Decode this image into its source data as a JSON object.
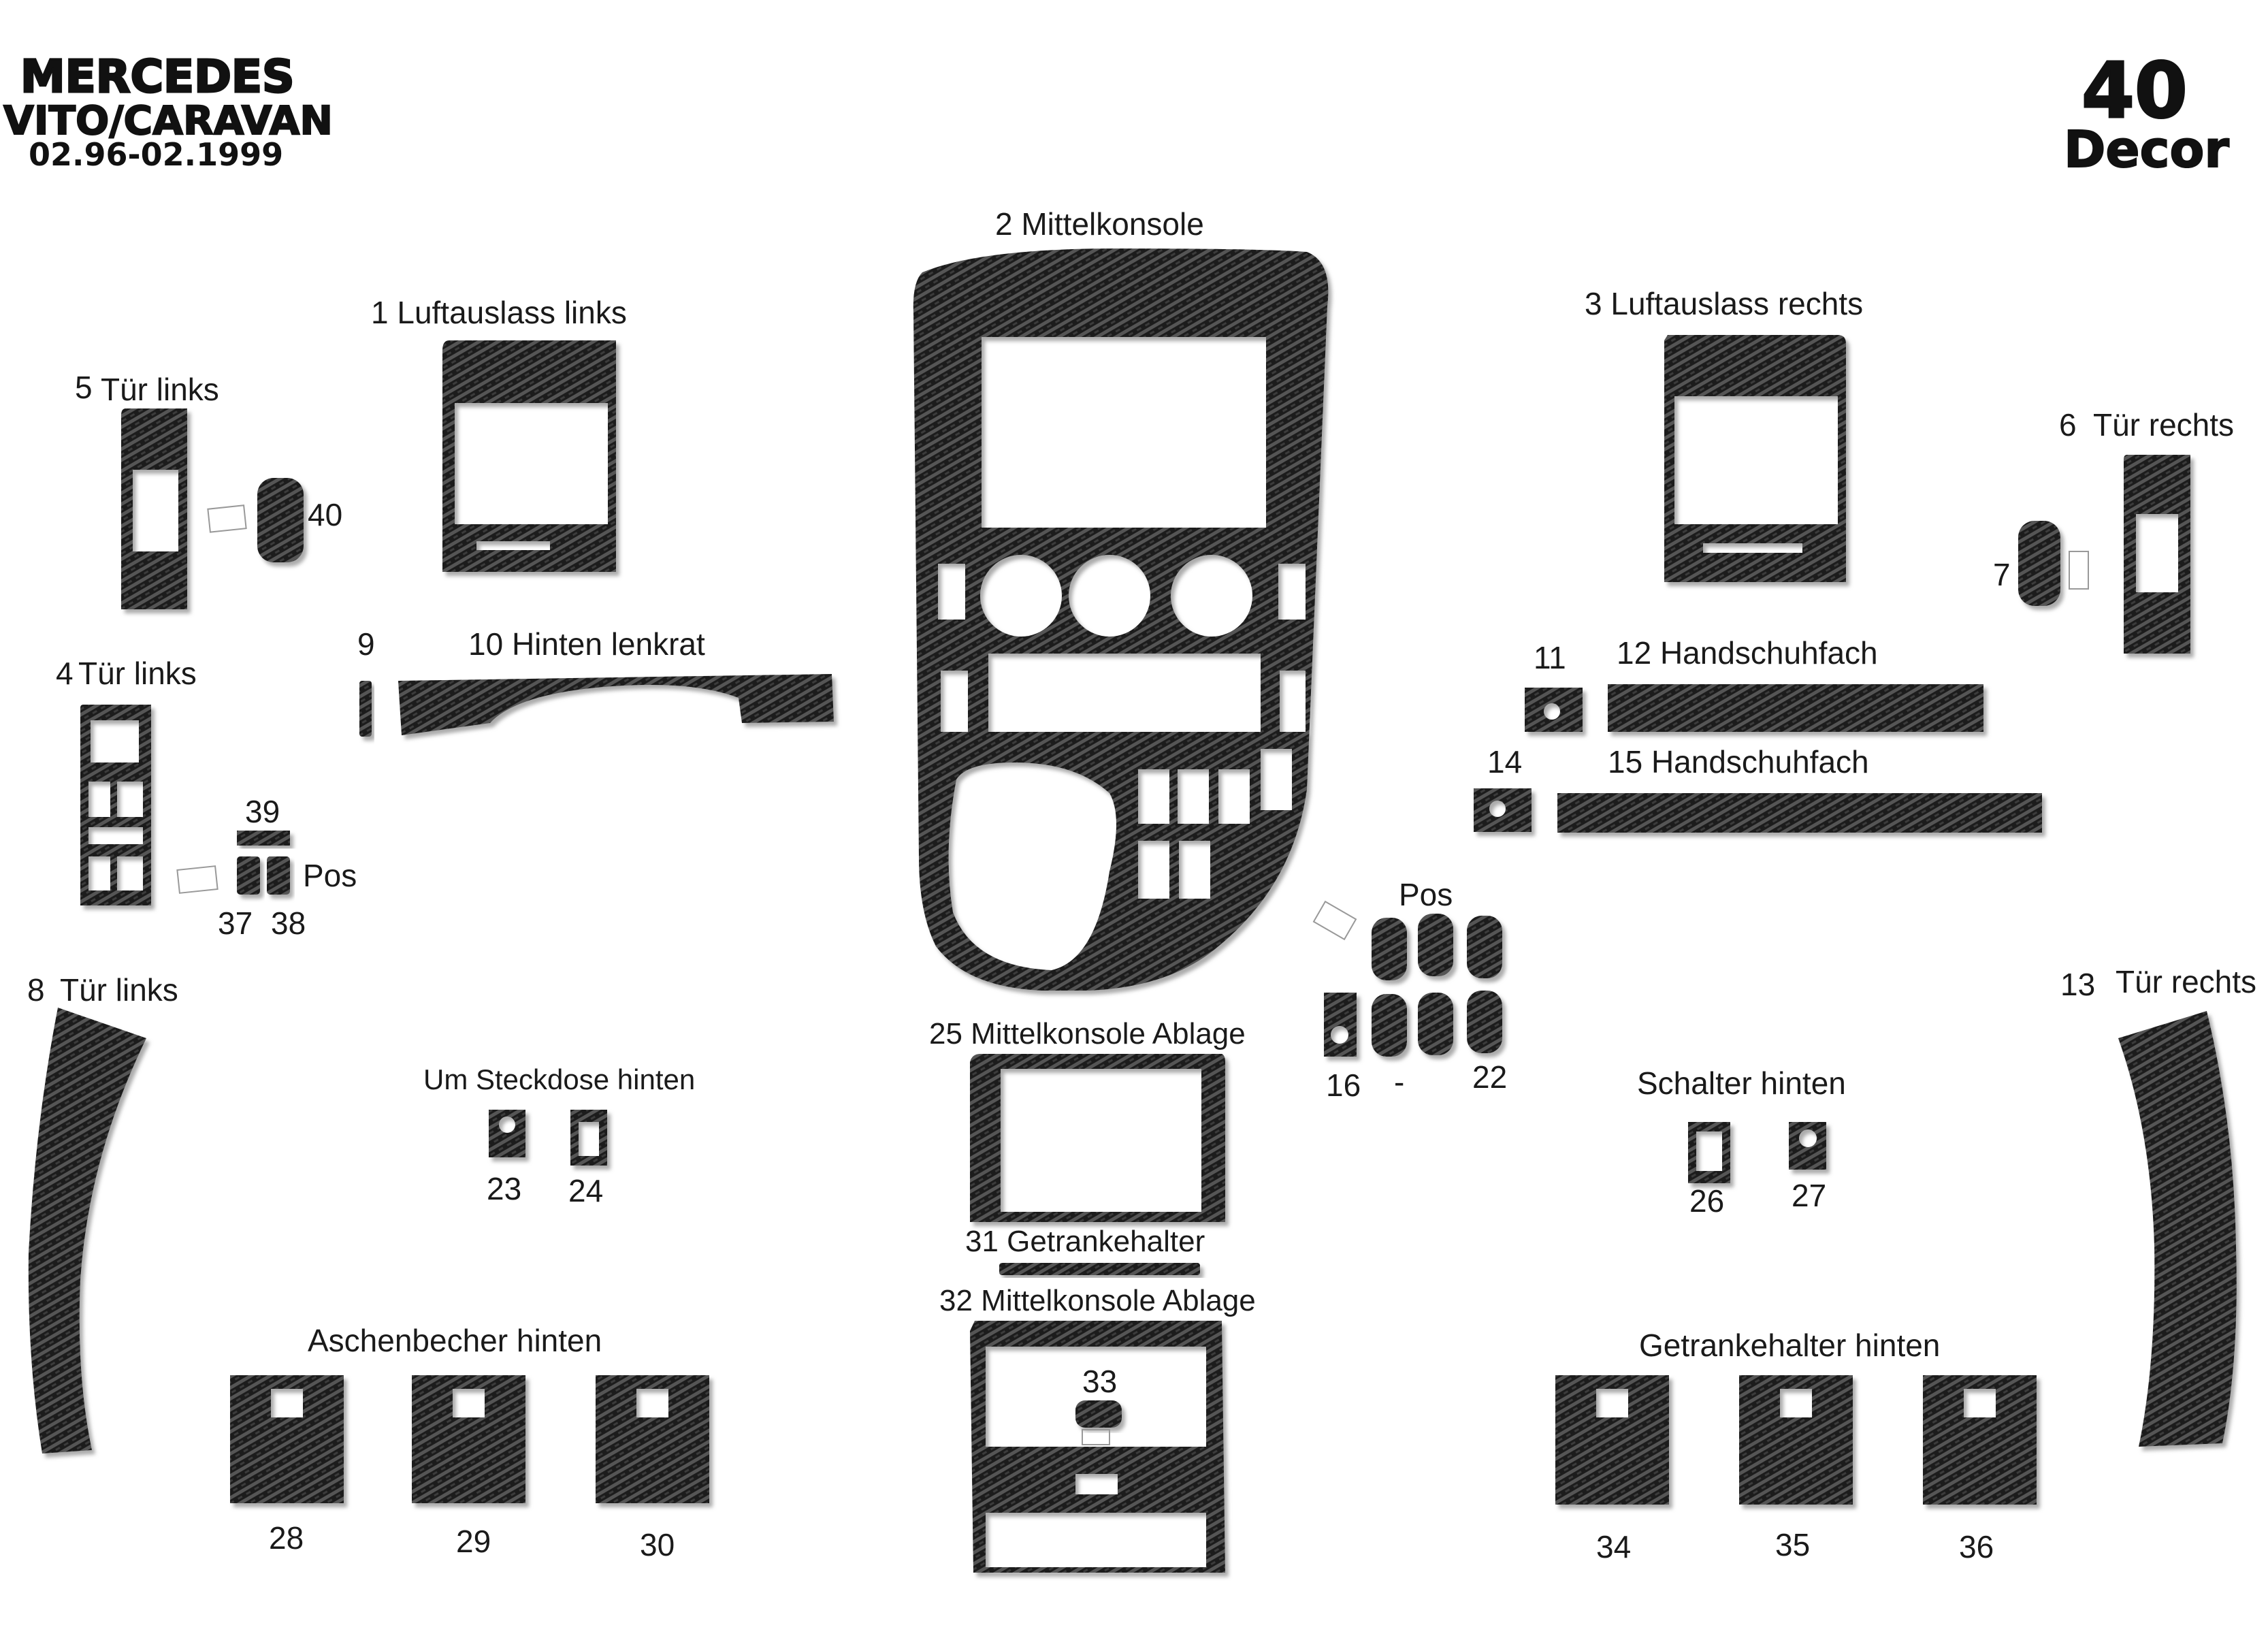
{
  "header": {
    "make": "MERCEDES",
    "model": "VITO/CARAVAN",
    "years": "02.96-02.1999",
    "set_number": "40",
    "set_type": "Decor"
  },
  "labels": {
    "p1": "1  Luftauslass links",
    "p2": "2  Mittelkonsole",
    "p3": "3 Luftauslass rechts",
    "p5_num": "5",
    "p5": "Tür links",
    "p40": "40",
    "p6_num": "6",
    "p6": "Tür rechts",
    "p7": "7",
    "p4_num": "4",
    "p4": "Tür links",
    "p9": "9",
    "p10": "10 Hinten lenkrat",
    "p11": "11",
    "p12": "12  Handschuhfach",
    "p14": "14",
    "p15": "15  Handschuhfach",
    "p39": "39",
    "pos_left": "Pos",
    "p37": "37",
    "p38": "38",
    "pos_right": "Pos",
    "p16": "16",
    "p_dash": "-",
    "p22": "22",
    "p8_num": "8",
    "p8": "Tür links",
    "p13_num": "13",
    "p13": "Tür rechts",
    "p25": "25 Mittelkonsole Ablage",
    "steckdose": "Um Steckdose hinten",
    "p23": "23",
    "p24": "24",
    "schalter": "Schalter hinten",
    "p26": "26",
    "p27": "27",
    "p31": "31 Getrankehalter",
    "p32": "32 Mittelkonsole Ablage",
    "p33": "33",
    "aschenbecher": "Aschenbecher hinten",
    "p28": "28",
    "p29": "29",
    "p30": "30",
    "getrankehalter_hinten": "Getrankehalter hinten",
    "p34": "34",
    "p35": "35",
    "p36": "36"
  },
  "colors": {
    "carbon_dark": "#1c1c1c",
    "carbon_light": "#5a5a5a",
    "cutout": "#ffffff",
    "text": "#1a1a1a"
  }
}
